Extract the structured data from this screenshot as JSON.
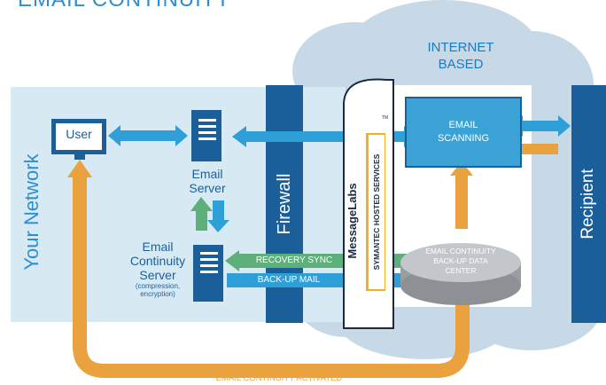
{
  "page": {
    "title": "EMAIL CONTINUITY"
  },
  "labels": {
    "your_network": "Your Network",
    "user": "User",
    "email_server_line1": "Email",
    "email_server_line2": "Server",
    "continuity_server_line1": "Email",
    "continuity_server_line2": "Continuity",
    "continuity_server_line3": "Server",
    "continuity_server_sub1": "(compression,",
    "continuity_server_sub2": "encryption)",
    "firewall": "Firewall",
    "internet_line1": "INTERNET",
    "internet_line2": "BASED",
    "messagelabs": "MessageLabs",
    "symantec": "SYMANTEC HOSTED SERVICES",
    "tm": "TM",
    "email_scanning_line1": "EMAIL",
    "email_scanning_line2": "SCANNING",
    "backup_center_line1": "EMAIL CONTINUITY",
    "backup_center_line2": "BACK-UP DATA",
    "backup_center_line3": "CENTER",
    "recovery_sync": "RECOVERY SYNC",
    "backup_mail": "BACK-UP MAIL",
    "recipient": "Recipient",
    "activated": "EMAIL CONTINUITY ACTIVATED"
  },
  "colors": {
    "network_bg": "#d7eaf4",
    "cloud": "#c7d9e7",
    "dark_blue": "#1b5f9a",
    "light_blue": "#2f9fd8",
    "orange": "#eaa23f",
    "green": "#5db07a",
    "title_blue": "#2f8ed0"
  },
  "icons": {
    "user": "computer-monitor-icon",
    "server": "server-tower-icon"
  }
}
